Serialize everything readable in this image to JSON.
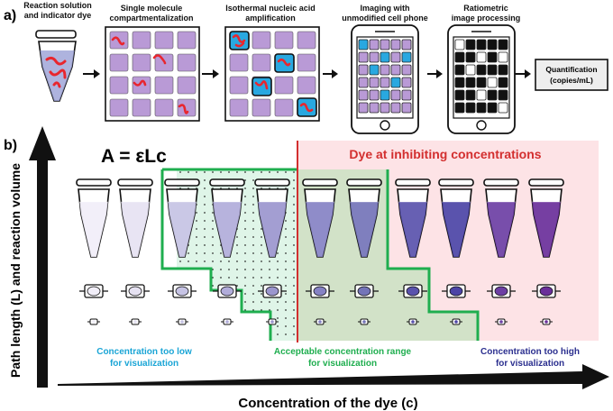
{
  "panel_a": {
    "label": "a)",
    "steps": [
      {
        "line1": "Reaction solution",
        "line2": "and indicator dye"
      },
      {
        "line1": "Single molecule",
        "line2": "compartmentalization"
      },
      {
        "line1": "Isothermal nucleic acid",
        "line2": "amplification"
      },
      {
        "line1": "Imaging with",
        "line2": "unmodified cell phone"
      },
      {
        "line1": "Ratiometric",
        "line2": "image processing"
      }
    ],
    "result": {
      "line1": "Quantification",
      "line2": "(copies/mL)"
    }
  },
  "panel_b": {
    "label": "b)",
    "equation": "A = εLc",
    "inhibit_label": "Dye at inhibiting concentrations",
    "y_axis_label": "Path length (L) and reaction volume",
    "x_axis_label": "Concentration of the dye (c)",
    "regions": {
      "low": {
        "line1": "Concentration too low",
        "line2": "for visualization"
      },
      "ok": {
        "line1": "Acceptable concentration range",
        "line2": "for visualization"
      },
      "high": {
        "line1": "Concentration too high",
        "line2": "for visualization"
      }
    },
    "colors": {
      "red": "#d32f2f",
      "green": "#1fae4f",
      "cyan": "#1aa5d6",
      "navy": "#2b2f8f",
      "pink_bg": "#fde3e6",
      "green_bg": "#dff5e8",
      "grid_purple": "#b99ad6",
      "drop_cyan": "#29a8e0",
      "dna_red": "#e8262e"
    },
    "tube_colors": [
      "#f1eef8",
      "#e6e2f2",
      "#c6c3e4",
      "#b1acda",
      "#9b96ce",
      "#8682c4",
      "#7474b8",
      "#5a52ad",
      "#4c44a6",
      "#6d3fa4",
      "#6a2f9a"
    ]
  }
}
